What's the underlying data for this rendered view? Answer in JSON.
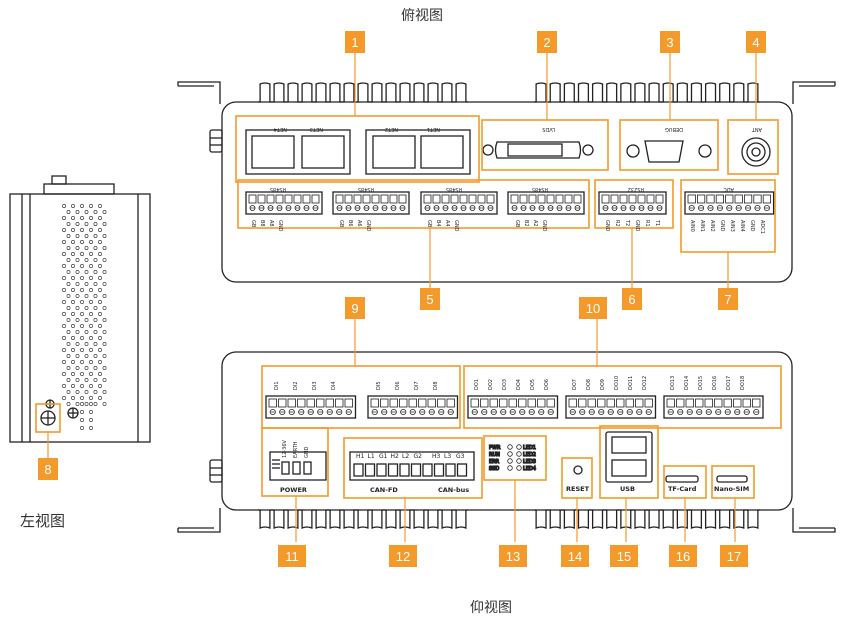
{
  "captions": {
    "top": "俯视图",
    "bottom": "仰视图",
    "left": "左视图"
  },
  "colors": {
    "accent": "#f39a2b",
    "line": "#222222"
  },
  "callouts": [
    "1",
    "2",
    "3",
    "4",
    "5",
    "6",
    "7",
    "8",
    "9",
    "10",
    "11",
    "12",
    "13",
    "14",
    "15",
    "16",
    "17"
  ],
  "top_panel": {
    "net_labels": [
      "NET4",
      "NET3",
      "NET2",
      "NET1"
    ],
    "lvds": "LVDS",
    "debug": "DEBUG",
    "ant": "ANT",
    "rs485_labels": [
      "RS485",
      "RS485",
      "RS485",
      "RS485"
    ],
    "rs232": "RS232",
    "adc": "ADC",
    "rs485_pins": [
      "GB",
      "B8",
      "A8",
      "GND",
      "GB",
      "B6",
      "A6",
      "GND",
      "GB",
      "B4",
      "A4",
      "GND",
      "GB",
      "B2",
      "A2",
      "GND"
    ],
    "rs232_pins": [
      "GND",
      "R2",
      "T2",
      "GND",
      "R1",
      "T1"
    ],
    "adc_pins": [
      "AIN0",
      "AIN1",
      "AIN2",
      "GND",
      "AIN3",
      "AIN4",
      "GND",
      "ADC1"
    ]
  },
  "bottom_panel": {
    "di_pins": [
      "DI1",
      "DI2",
      "DI3",
      "DI4",
      "DI5",
      "DI6",
      "DI7",
      "DI8"
    ],
    "do_pins": [
      "DO1",
      "DO2",
      "DO3",
      "DO4",
      "DO5",
      "DO6",
      "DO7",
      "DO8",
      "DO9",
      "DO10",
      "DO11",
      "DO12",
      "DO13",
      "DO14",
      "DO15",
      "DO16",
      "DO17",
      "DO18"
    ],
    "power_pins": [
      "12-36V",
      "EARTH",
      "GND"
    ],
    "power_label": "POWER",
    "can_pins": [
      "H1",
      "L1",
      "G1",
      "H2",
      "L2",
      "G2",
      "H3",
      "L3",
      "G3"
    ],
    "can_fd": "CAN-FD",
    "can_bus": "CAN-bus",
    "leds_left": [
      "PWR",
      "RUN",
      "ERR",
      "SSD"
    ],
    "leds_right": [
      "LED1",
      "LED2",
      "LED3",
      "LED4"
    ],
    "reset": "RESET",
    "usb": "USB",
    "tf": "TF-Card",
    "sim": "Nano-SIM"
  }
}
